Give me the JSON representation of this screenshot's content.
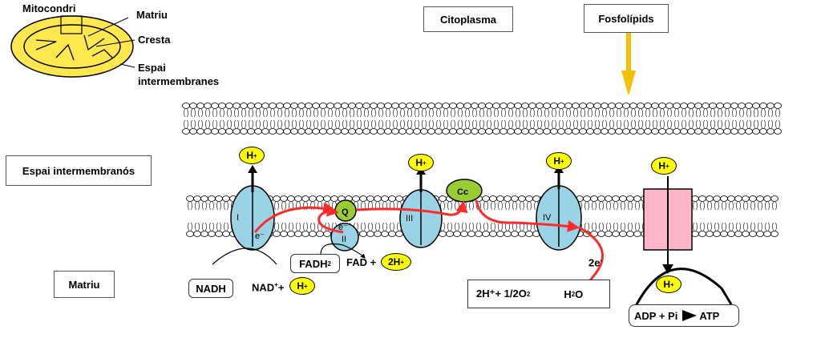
{
  "inset": {
    "mitochondrion": "Mitocondri",
    "matrix": "Matriu",
    "crista": "Cresta",
    "intermembrane_line1": "Espai",
    "intermembrane_line2": "intermembranes"
  },
  "regions": {
    "cytoplasm": "Citoplasma",
    "phospholipids": "Fosfolípids",
    "intermembrane_space": "Espai intermembranós",
    "matrix": "Matriu"
  },
  "complexes": {
    "c1": "I",
    "c2": "II",
    "c3": "III",
    "c4": "IV",
    "q": "Q",
    "cc": "Cc",
    "electron": "e⁻"
  },
  "ions": {
    "h": "H",
    "h_sup": "+"
  },
  "reactions": {
    "nadh": "NADH",
    "nad": "NAD",
    "nad_sup": "+",
    "plus": "+",
    "fadh": "FADH",
    "fadh_sub": "2",
    "fad": "FAD +",
    "two_h": "2H",
    "two_e": "2e",
    "two_e_sup": "-",
    "water_left": "2H⁺+  1/2O",
    "water_sub": "2",
    "water_right": "H",
    "water_right_sub": "2",
    "water_o": "O",
    "adp": "ADP  +  Pi",
    "atp": "ATP"
  },
  "colors": {
    "complex_fill": "#9bd3e6",
    "q_fill": "#9acd32",
    "h_ion": "#ffff00",
    "atp_synthase": "#ffb6c8",
    "electron_path": "#ff2a2a",
    "phospholipid_arrow": "#f2c200",
    "mito_fill": "#ffe84d"
  },
  "icons": [
    "up-arrow-icon",
    "down-arrow-icon",
    "right-arrow-icon"
  ]
}
